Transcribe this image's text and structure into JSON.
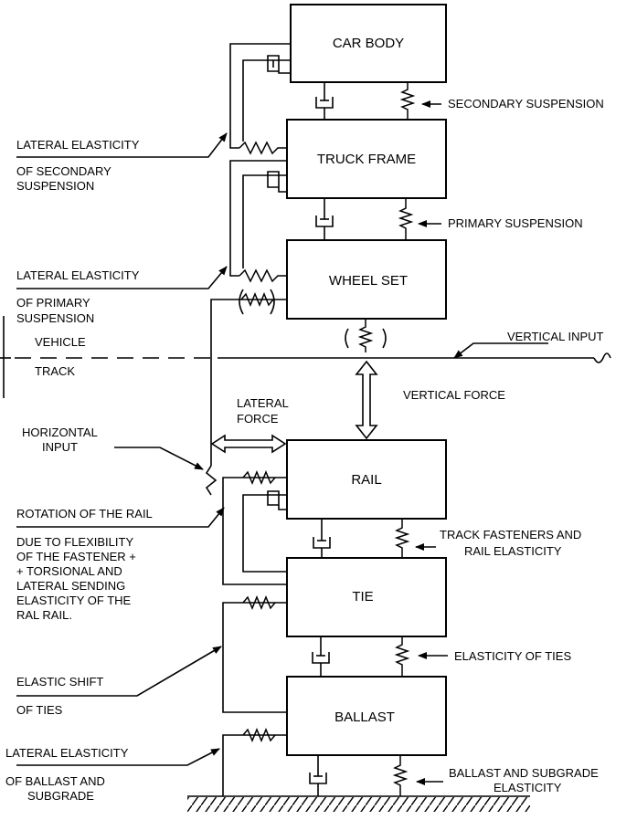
{
  "blocks": {
    "car_body": "CAR BODY",
    "truck_frame": "TRUCK FRAME",
    "wheel_set": "WHEEL SET",
    "rail": "RAIL",
    "tie": "TIE",
    "ballast": "BALLAST"
  },
  "labels": {
    "secondary_suspension": "SECONDARY SUSPENSION",
    "primary_suspension": "PRIMARY SUSPENSION",
    "lat_sec_1": "LATERAL ELASTICITY",
    "lat_sec_2": "OF SECONDARY",
    "lat_sec_3": "SUSPENSION",
    "lat_pri_1": "LATERAL ELASTICITY",
    "lat_pri_2": "OF PRIMARY",
    "lat_pri_3": "SUSPENSION",
    "vehicle": "VEHICLE",
    "track": "TRACK",
    "vertical_input": "VERTICAL INPUT",
    "vertical_force": "VERTICAL FORCE",
    "lateral_force_1": "LATERAL",
    "lateral_force_2": "FORCE",
    "horizontal_input_1": "HORIZONTAL",
    "horizontal_input_2": "INPUT",
    "rotation_rail": "ROTATION OF THE RAIL",
    "due_1": "DUE TO FLEXIBILITY",
    "due_2": "OF THE FASTENER +",
    "due_3": "+ TORSIONAL AND",
    "due_4": "LATERAL SENDING",
    "due_5": "ELASTICITY OF THE",
    "due_6": "RAL RAIL.",
    "track_fast_1": "TRACK FASTENERS AND",
    "track_fast_2": "RAIL ELASTICITY",
    "elasticity_ties": "ELASTICITY OF TIES",
    "elastic_shift_1": "ELASTIC SHIFT",
    "elastic_shift_2": "OF TIES",
    "lat_ball_1": "LATERAL ELASTICITY",
    "lat_ball_2": "OF BALLAST AND",
    "lat_ball_3": "SUBGRADE",
    "ball_sub_1": "BALLAST AND SUBGRADE",
    "ball_sub_2": "ELASTICITY"
  }
}
